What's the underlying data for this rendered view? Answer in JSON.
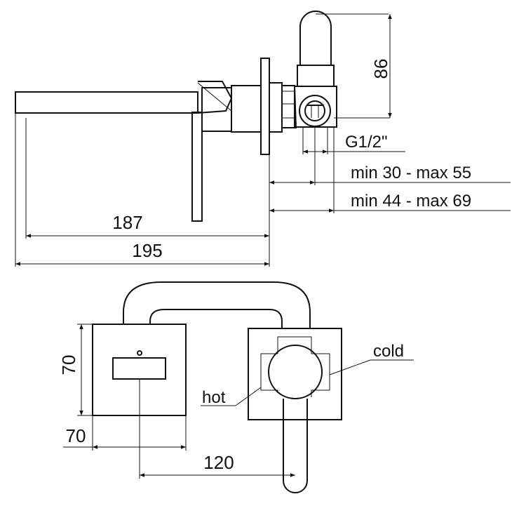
{
  "labels": {
    "dim_86": "86",
    "thread": "G1/2\"",
    "range_inner": "min 30 - max 55",
    "range_outer": "min 44 - max 69",
    "dim_187": "187",
    "dim_195": "195",
    "dim_70_vertical": "70",
    "dim_70_horizontal": "70",
    "dim_120": "120",
    "cold": "cold",
    "hot": "hot"
  }
}
